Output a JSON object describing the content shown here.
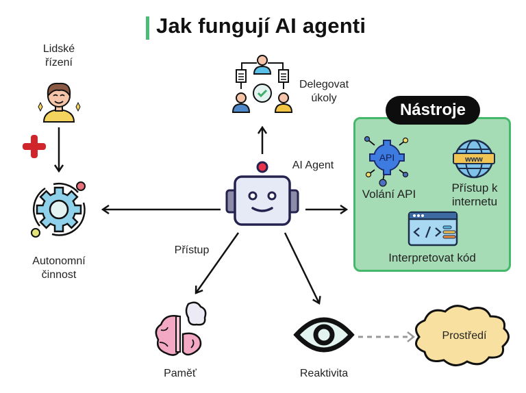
{
  "title": "Jak fungují AI agenti",
  "accent_color": "#4cbb7a",
  "nodes": {
    "human_control": {
      "label_line1": "Lidské",
      "label_line2": "řízení",
      "icon": "person-icon"
    },
    "autonomous": {
      "label_line1": "Autonomní",
      "label_line2": "činnost",
      "icon": "gear-cycle-icon"
    },
    "delegate": {
      "label_line1": "Delegovat",
      "label_line2": "úkoly",
      "icon": "team-delegation-icon"
    },
    "agent": {
      "label": "AI Agent",
      "icon": "robot-icon"
    },
    "access": {
      "label": "Přístup"
    },
    "memory": {
      "label": "Paměť",
      "icon": "brain-icon"
    },
    "reactivity": {
      "label": "Reaktivita",
      "icon": "eye-icon"
    },
    "environment": {
      "label": "Prostředí",
      "icon": "cloud-shape"
    }
  },
  "tools": {
    "header": "Nástroje",
    "box_color": "#a6dcb5",
    "items": [
      {
        "label": "Volání API",
        "icon_text": "API",
        "icon": "api-gear-icon"
      },
      {
        "label_line1": "Přístup k",
        "label_line2": "internetu",
        "icon_text": "www",
        "icon": "globe-icon"
      },
      {
        "label": "Interpretovat kód",
        "icon_text": "</>",
        "icon": "code-window-icon"
      }
    ]
  },
  "plus_symbol_color": "#d0262b"
}
